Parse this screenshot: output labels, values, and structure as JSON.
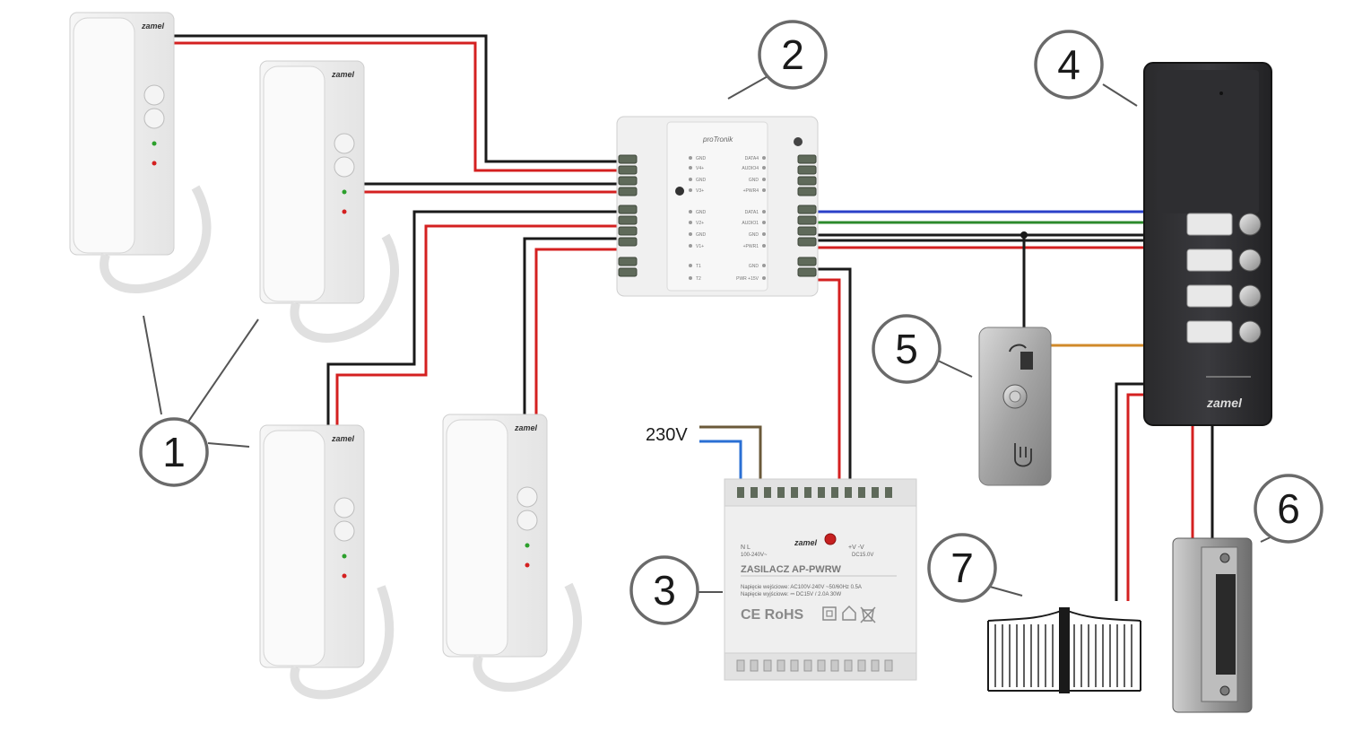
{
  "callouts": [
    {
      "id": "1",
      "label": "1"
    },
    {
      "id": "2",
      "label": "2"
    },
    {
      "id": "3",
      "label": "3"
    },
    {
      "id": "4",
      "label": "4"
    },
    {
      "id": "5",
      "label": "5"
    },
    {
      "id": "6",
      "label": "6"
    },
    {
      "id": "7",
      "label": "7"
    }
  ],
  "mains_label": "230V",
  "handset_brand": "zamel",
  "distributor": {
    "brand": "proTronik",
    "pins_left": [
      "GND",
      "V4+",
      "GND",
      "V3+",
      "GND",
      "V2+",
      "GND",
      "V1+",
      "T1",
      "T2"
    ],
    "pins_right": [
      "DATA4",
      "AUDIO4",
      "GND",
      "+PWR4",
      "DATA1",
      "AUDIO1",
      "GND",
      "+PWR1",
      "GND",
      "PWR +15V"
    ]
  },
  "power_supply": {
    "brand": "zamel",
    "input_terms": "N  L",
    "input_range": "100-240V~",
    "output_terms": "+V  -V",
    "output_range": "DC15.0V",
    "title": "ZASILACZ AP-PWRW",
    "spec_in": "Napięcie wejściowe: AC100V-240V ~50/60Hz 0.5A",
    "spec_out": "Napięcie wyjściowe: ⎓ DC15V / 2.0A 30W",
    "marks": "CE RoHS"
  },
  "door_panel": {
    "brand": "zamel"
  },
  "colors": {
    "wire_black": "#1a1a1a",
    "wire_red": "#d42020",
    "wire_blue": "#2a3fc8",
    "wire_green": "#2c8a2c",
    "wire_orange": "#d08a2a",
    "wire_brown": "#6b5a3a",
    "mains_blue": "#2a6fd4"
  }
}
